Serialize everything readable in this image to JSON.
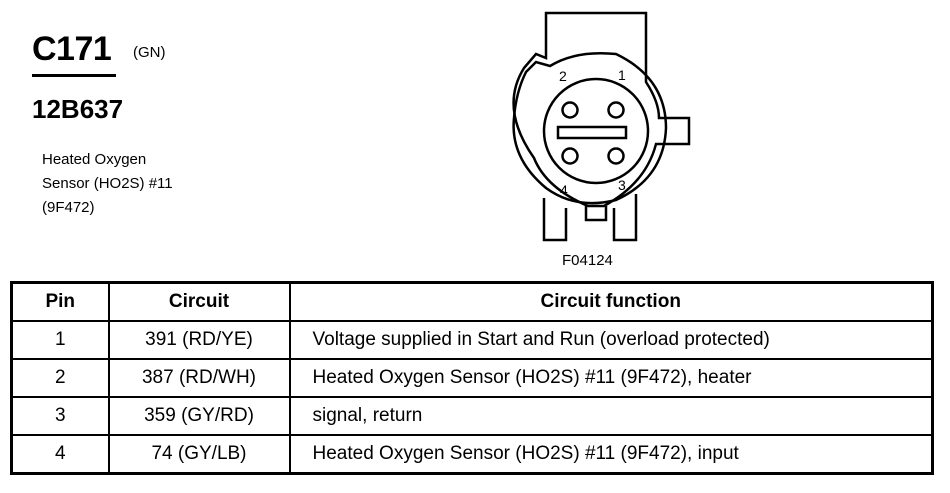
{
  "connector": {
    "id": "C171",
    "color_code": "(GN)",
    "part_number": "12B637",
    "description_lines": [
      "Heated Oxygen",
      "Sensor (HO2S) #11",
      "(9F472)"
    ]
  },
  "figure": {
    "code": "F04124",
    "pin_labels": [
      "1",
      "2",
      "3",
      "4"
    ]
  },
  "table": {
    "headers": [
      "Pin",
      "Circuit",
      "Circuit function"
    ],
    "rows": [
      {
        "pin": "1",
        "circuit": "391 (RD/YE)",
        "function": "Voltage supplied in Start and Run (overload protected)"
      },
      {
        "pin": "2",
        "circuit": "387 (RD/WH)",
        "function": "Heated Oxygen Sensor (HO2S) #11 (9F472), heater"
      },
      {
        "pin": "3",
        "circuit": "359 (GY/RD)",
        "function": "signal, return"
      },
      {
        "pin": "4",
        "circuit": "74 (GY/LB)",
        "function": "Heated Oxygen Sensor (HO2S) #11 (9F472), input"
      }
    ]
  }
}
